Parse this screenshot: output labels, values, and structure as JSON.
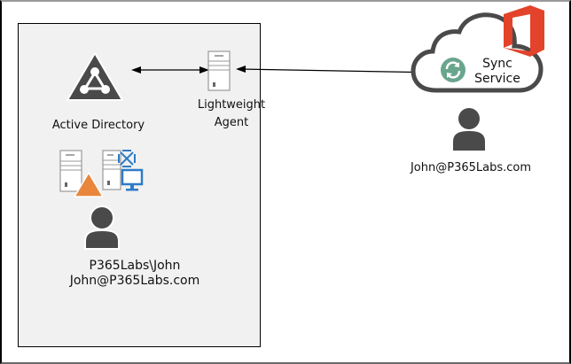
{
  "diagram": {
    "on_premises": {
      "active_directory": {
        "label": "Active Directory",
        "icon": "active-directory-icon"
      },
      "lightweight_agent": {
        "label_line1": "Lightweight",
        "label_line2": "Agent",
        "icon": "server-icon"
      },
      "servers": [
        {
          "icon": "server-with-warning-icon"
        },
        {
          "icon": "exchange-server-with-monitor-icon"
        }
      ],
      "user": {
        "line1": "P365Labs\\John",
        "line2": "John@P365Labs.com",
        "icon": "user-icon"
      }
    },
    "cloud": {
      "sync_service": {
        "label_line1": "Sync",
        "label_line2": "Service",
        "icon": "sync-icon"
      },
      "office_logo": {
        "icon": "office-365-logo-icon"
      },
      "user": {
        "line1": "John@P365Labs.com",
        "icon": "user-icon"
      }
    },
    "connections": [
      {
        "from": "Active Directory",
        "to": "Lightweight Agent",
        "direction": "bidirectional"
      },
      {
        "from": "Lightweight Agent",
        "to": "Sync Service",
        "direction": "bidirectional"
      }
    ],
    "colors": {
      "icon_dark": "#4a4a4a",
      "office_red": "#e2432a",
      "sync_green": "#6aa58e",
      "warning_orange": "#e8873c",
      "exchange_blue": "#2e7cc6",
      "panel_bg": "#f1f1f1"
    }
  }
}
